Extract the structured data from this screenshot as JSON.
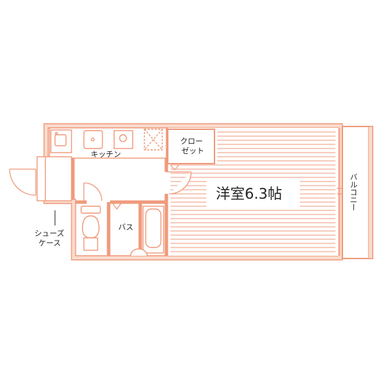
{
  "colors": {
    "wall": "#ef9a7c",
    "wall_fill": "#f9dccd",
    "line": "#ef9a7c",
    "text": "#222222",
    "background": "#ffffff"
  },
  "labels": {
    "kitchen": "キッチン",
    "closet_line1": "クロー",
    "closet_line2": "ゼット",
    "bath": "バス",
    "shoe_case_line1": "シューズ",
    "shoe_case_line2": "ケース",
    "western_room": "洋室6.3帖",
    "balcony": "バルコニー"
  }
}
